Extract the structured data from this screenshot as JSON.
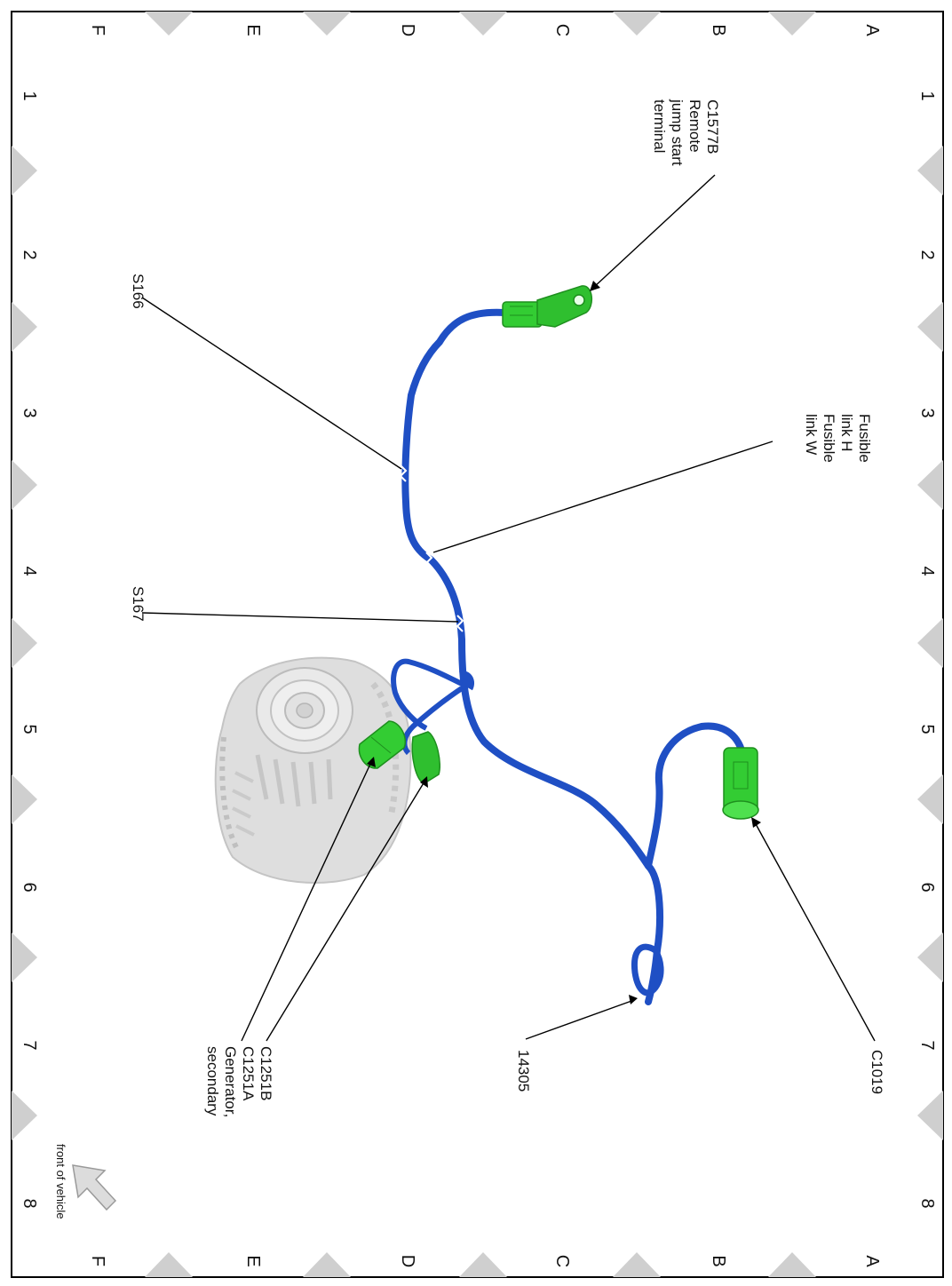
{
  "grid": {
    "columns": [
      "1",
      "2",
      "3",
      "4",
      "5",
      "6",
      "7",
      "8"
    ],
    "rows": [
      "A",
      "B",
      "C",
      "D",
      "E",
      "F"
    ]
  },
  "callouts": {
    "c1577b": [
      "C1577B",
      "Remote",
      "jump start",
      "terminal"
    ],
    "fusible": [
      "Fusible",
      "link H",
      "Fusible",
      "link W"
    ],
    "s166": [
      "S166"
    ],
    "s167": [
      "S167"
    ],
    "c1019": [
      "C1019"
    ],
    "harness": [
      "14305"
    ],
    "generator": [
      "C1251B",
      "C1251A",
      "Generator,",
      "secondary"
    ]
  },
  "orientation": {
    "label": "front of vehicle"
  },
  "colors": {
    "harness": "#1f4fc4",
    "connector": "#33cc33",
    "generator": "#dcdcdc",
    "border_triangle": "#cfcfcf"
  }
}
